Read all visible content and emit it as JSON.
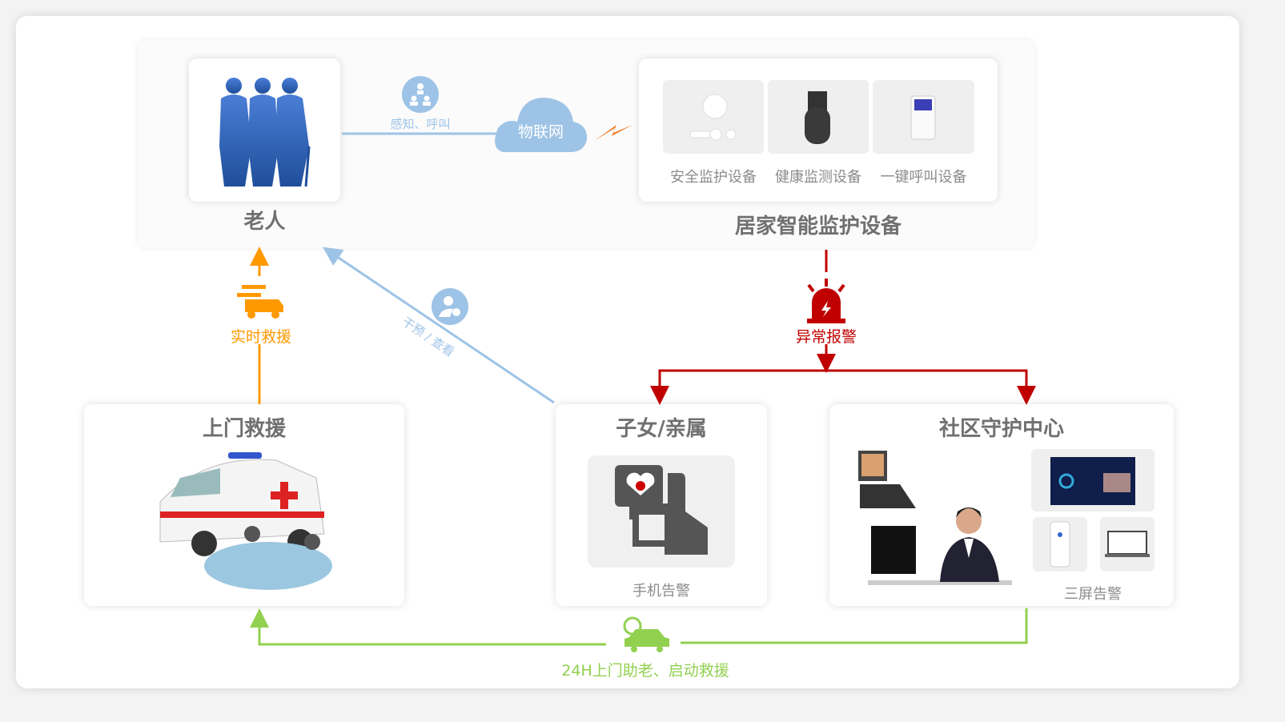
{
  "elderly": {
    "title": "老人"
  },
  "iot": {
    "cloud_label": "物联网",
    "sense_label": "感知、呼叫"
  },
  "home_devices": {
    "title": "居家智能监护设备",
    "items": [
      {
        "label": "安全监护设备"
      },
      {
        "label": "健康监测设备"
      },
      {
        "label": "一键呼叫设备"
      }
    ]
  },
  "flows": {
    "rescue_label": "实时救援",
    "intervene_label": "干预 / 查看",
    "alarm_label": "异常报警",
    "door_label": "24H上门助老、启动救援"
  },
  "rescue_card": {
    "title": "上门救援"
  },
  "family_card": {
    "title": "子女/亲属",
    "caption": "手机告警"
  },
  "center_card": {
    "title": "社区守护中心",
    "caption": "三屏告警"
  },
  "colors": {
    "blue": "#9dc3e6",
    "orange": "#ff9900",
    "red": "#c00000",
    "green": "#92d050"
  }
}
